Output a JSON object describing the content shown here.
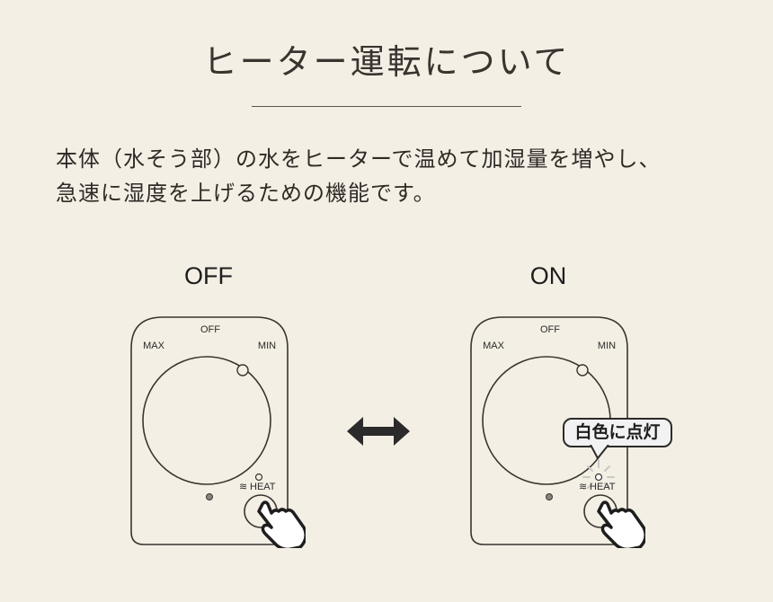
{
  "title": "ヒーター運転について",
  "description": {
    "line1": "本体（水そう部）の水をヒーターで温めて加湿量を増やし、",
    "line2": "急速に湿度を上げるための機能です。"
  },
  "states": {
    "off_label": "OFF",
    "on_label": "ON"
  },
  "dial": {
    "max_label": "MAX",
    "off_label": "OFF",
    "min_label": "MIN"
  },
  "heat_button": {
    "label": "HEAT",
    "symbol": "≋"
  },
  "callout": "白色に点灯",
  "colors": {
    "background": "#f4efe4",
    "device_outline": "#3a3430",
    "arrow": "#2b2b2b"
  }
}
